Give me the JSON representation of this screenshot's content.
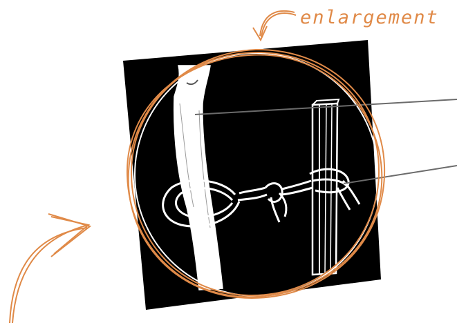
{
  "annotation": {
    "label": "enlargement"
  },
  "colors": {
    "accent": "#e08a48",
    "background": "#ffffff",
    "illustration_bg": "#000000",
    "illustration_line": "#ffffff",
    "callout_line": "#6b6b6b"
  },
  "illustration": {
    "subjects": [
      "tree-trunk",
      "wooden-stake",
      "tie-loop",
      "knot"
    ]
  }
}
